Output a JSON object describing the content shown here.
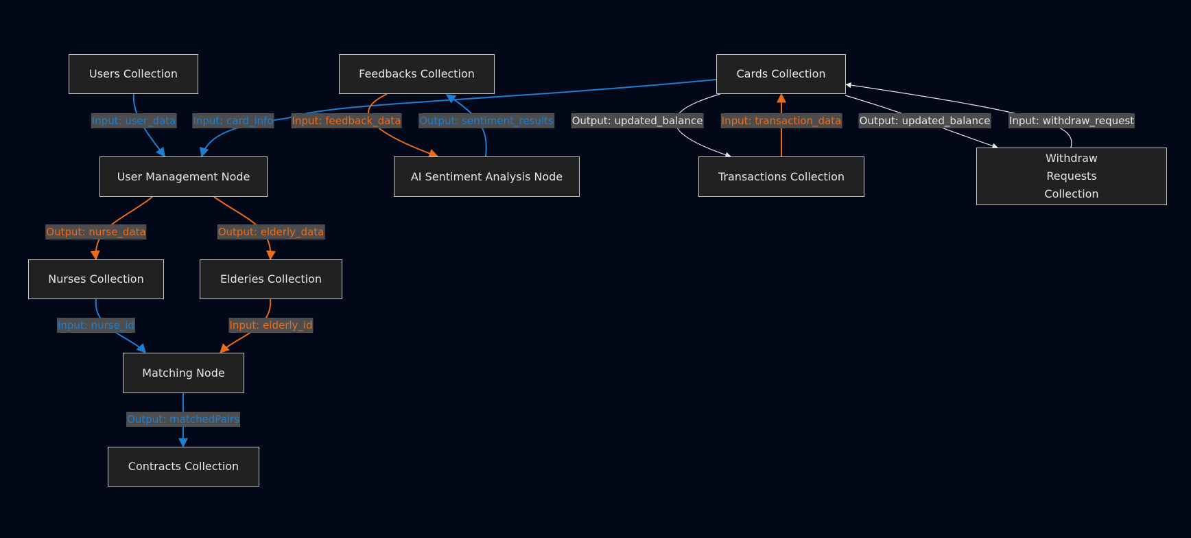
{
  "colors": {
    "background": "#020818",
    "node_fill": "#212121",
    "node_border": "#c9c9c9",
    "blue": "#1e7fd1",
    "orange": "#ec6b1b",
    "gray": "#e6e6e6",
    "label_bg": "#4d4d4d"
  },
  "nodes": {
    "users": "Users Collection",
    "feedbacks": "Feedbacks Collection",
    "cards": "Cards Collection",
    "user_mgmt": "User Management Node",
    "ai": "AI Sentiment Analysis Node",
    "transactions": "Transactions Collection",
    "withdraw": "Withdraw Requests Collection",
    "nurses": "Nurses Collection",
    "elderies": "Elderies Collection",
    "matching": "Matching Node",
    "contracts": "Contracts Collection"
  },
  "edges": [
    {
      "from": "users",
      "to": "user_mgmt",
      "label": "Input: user_data",
      "color": "blue"
    },
    {
      "from": "cards",
      "to": "user_mgmt",
      "label": "Input: card_info",
      "color": "blue"
    },
    {
      "from": "feedbacks",
      "to": "ai",
      "label": "Input: feedback_data",
      "color": "orange"
    },
    {
      "from": "ai",
      "to": "feedbacks",
      "label": "Output: sentiment_results",
      "color": "blue"
    },
    {
      "from": "cards",
      "to": "transactions",
      "label": "Output: updated_balance",
      "color": "gray"
    },
    {
      "from": "transactions",
      "to": "cards",
      "label": "Input: transaction_data",
      "color": "orange"
    },
    {
      "from": "cards",
      "to": "withdraw",
      "label": "Output: updated_balance",
      "color": "gray"
    },
    {
      "from": "withdraw",
      "to": "cards",
      "label": "Input: withdraw_request",
      "color": "gray"
    },
    {
      "from": "user_mgmt",
      "to": "nurses",
      "label": "Output: nurse_data",
      "color": "orange"
    },
    {
      "from": "user_mgmt",
      "to": "elderies",
      "label": "Output: elderly_data",
      "color": "orange"
    },
    {
      "from": "nurses",
      "to": "matching",
      "label": "Input: nurse_id",
      "color": "blue"
    },
    {
      "from": "elderies",
      "to": "matching",
      "label": "Input: elderly_id",
      "color": "orange"
    },
    {
      "from": "matching",
      "to": "contracts",
      "label": "Output: matchedPairs",
      "color": "blue"
    }
  ]
}
